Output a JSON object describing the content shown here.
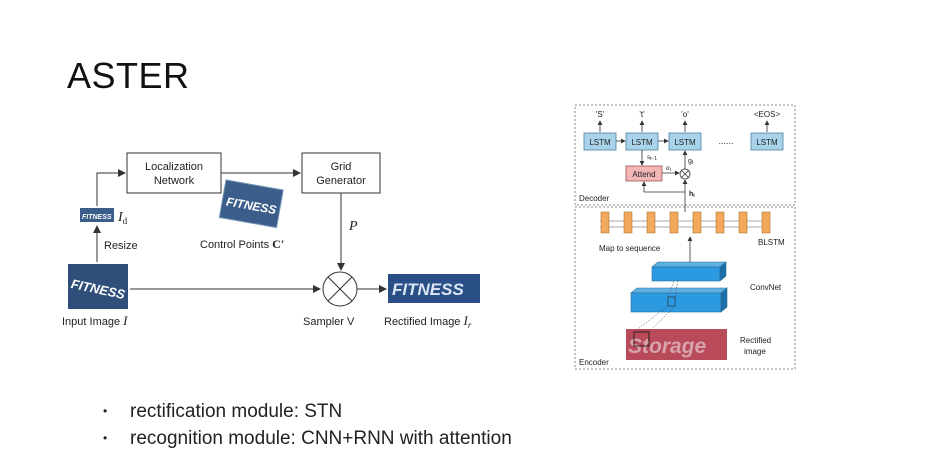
{
  "slide": {
    "title": "ASTER"
  },
  "rectification": {
    "localization_network": [
      "Localization",
      "Network"
    ],
    "grid_generator": [
      "Grid",
      "Generator"
    ],
    "resize_label": "Resize",
    "id_label": "I",
    "id_sub": "d",
    "control_points_label": "Control Points",
    "control_points_symbol": "C′",
    "p_symbol": "P",
    "input_image_label": "Input Image",
    "input_image_symbol": "I",
    "sampler_label": "Sampler V",
    "rectified_label": "Rectified Image",
    "rectified_symbol": "I",
    "rectified_sub": "r",
    "fitness_word": "FITNESS"
  },
  "recognition": {
    "outputs": [
      "'S'",
      "'t'",
      "'o'",
      "<EOS>"
    ],
    "lstm_label": "LSTM",
    "dots": "......",
    "attend_label": "Attend",
    "s_label": "s",
    "s_sub": "t−1",
    "alpha_label": "α",
    "alpha_sub": "t",
    "g_label": "g",
    "g_sub": "t",
    "h_label": "h",
    "h_sub": "i",
    "decoder_label": "Decoder",
    "map_label": "Map to sequence",
    "blstm_label": "BLSTM",
    "convnet_label": "ConvNet",
    "rectified_image_label": [
      "Rectified",
      "image"
    ],
    "encoder_label": "Encoder",
    "storage_word": "Storage"
  },
  "bullets": [
    "rectification module: STN",
    "recognition module: CNN+RNN with attention"
  ]
}
